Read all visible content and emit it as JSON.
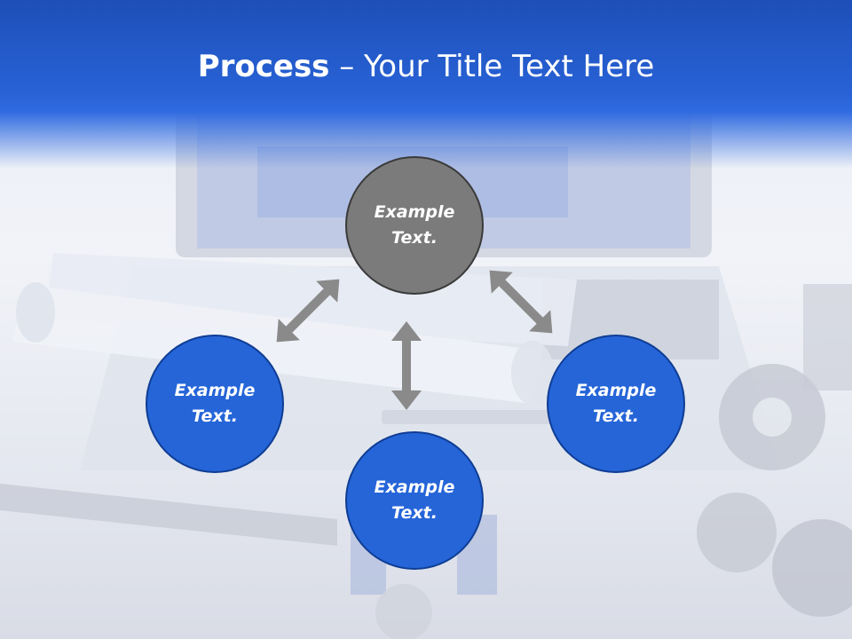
{
  "title": {
    "bold": "Process",
    "rest": " – Your Title Text Here"
  },
  "nodes": [
    {
      "id": "top",
      "label": "Example\nText.",
      "color": "#7b7b7b"
    },
    {
      "id": "left",
      "label": "Example\nText.",
      "color": "#2565d8"
    },
    {
      "id": "right",
      "label": "Example\nText.",
      "color": "#2565d8"
    },
    {
      "id": "bottom",
      "label": "Example\nText.",
      "color": "#2565d8"
    }
  ],
  "colors": {
    "header": "#1e4fb8",
    "node_blue": "#2565d8",
    "node_gray": "#7b7b7b",
    "arrow": "#8a8a8a"
  }
}
